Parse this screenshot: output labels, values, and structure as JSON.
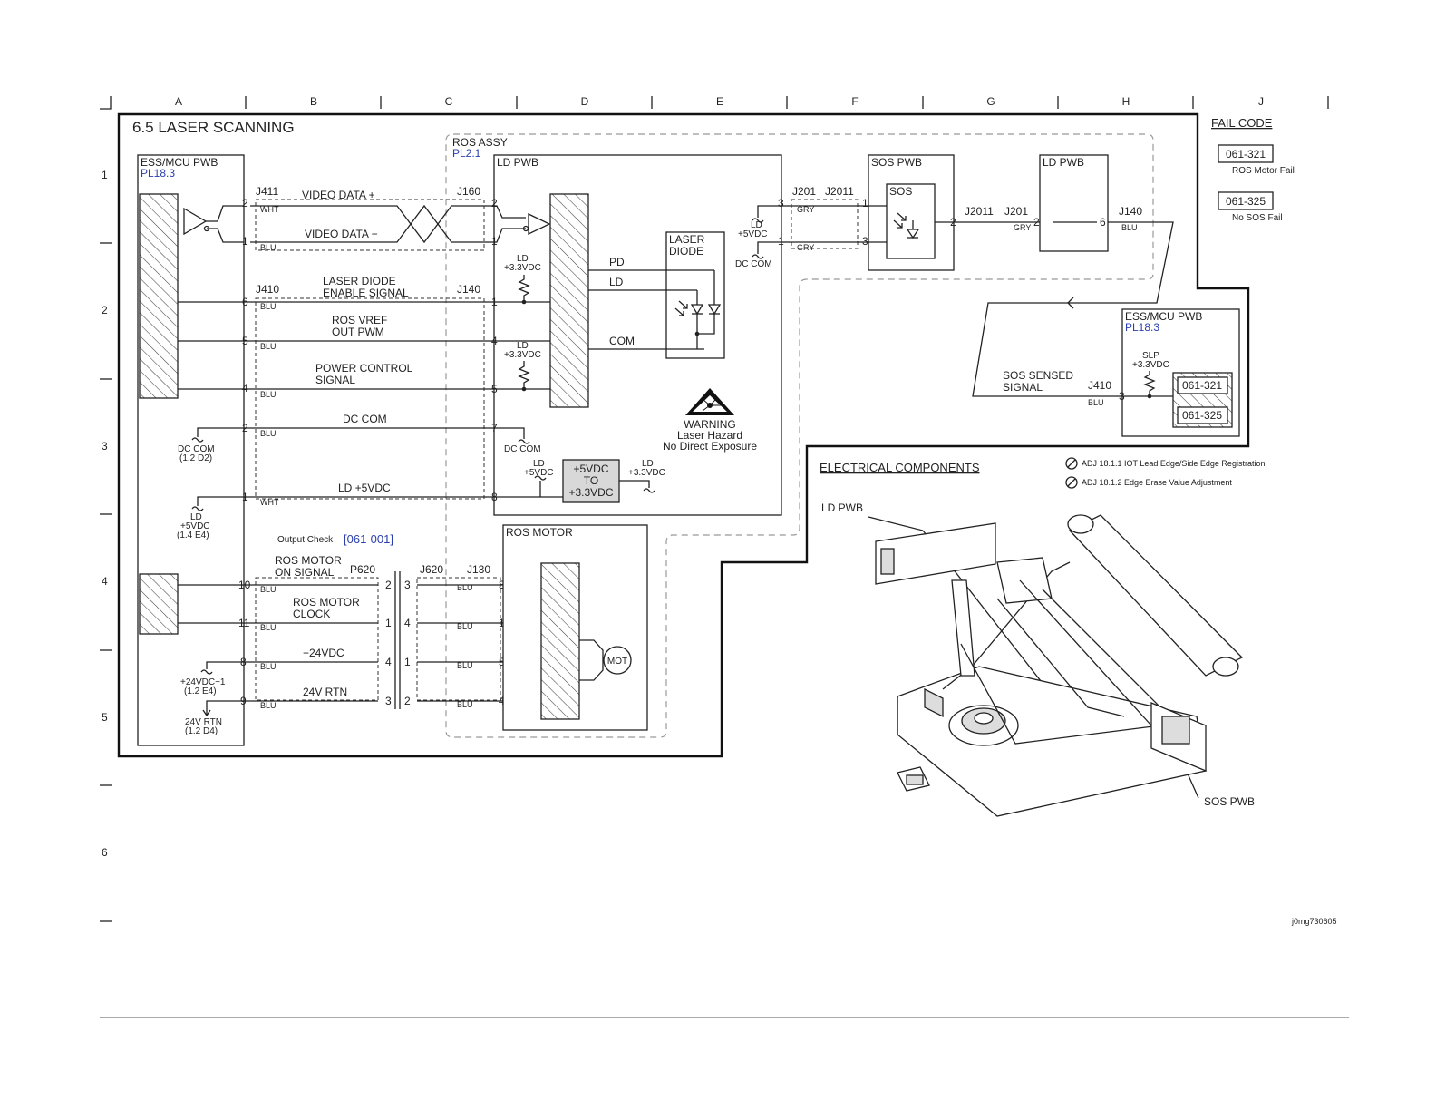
{
  "grid": {
    "columns": [
      "A",
      "B",
      "C",
      "D",
      "E",
      "F",
      "G",
      "H",
      "J"
    ],
    "rows": [
      "1",
      "2",
      "3",
      "4",
      "5",
      "6"
    ]
  },
  "title": "6.5 LASER SCANNING",
  "fail_code": {
    "heading": "FAIL CODE",
    "codes": [
      {
        "code": "061-321",
        "desc": "ROS Motor Fail"
      },
      {
        "code": "061-325",
        "desc": "No SOS Fail"
      }
    ]
  },
  "ess": {
    "name": "ESS/MCU PWB",
    "ref": "PL18.3"
  },
  "ros_assy": {
    "name": "ROS ASSY",
    "ref": "PL2.1"
  },
  "ld_pwb": {
    "name": "LD PWB"
  },
  "sos_pwb": {
    "name": "SOS PWB",
    "sensor": "SOS"
  },
  "ld_pwb_right": {
    "name": "LD PWB"
  },
  "ess_right": {
    "name": "ESS/MCU PWB",
    "ref": "PL18.3"
  },
  "ros_motor": {
    "name": "ROS MOTOR",
    "mot": "MOT"
  },
  "laser_diode": {
    "line1": "LASER",
    "line2": "DIODE"
  },
  "signals": {
    "video_p": "VIDEO DATA +",
    "video_m": "VIDEO DATA −",
    "ld_en1": "LASER DIODE",
    "ld_en2": "ENABLE SIGNAL",
    "vref1": "ROS VREF",
    "vref2": "OUT PWM",
    "pwr1": "POWER CONTROL",
    "pwr2": "SIGNAL",
    "dccom": "DC COM",
    "ld5v": "LD +5VDC",
    "mot_on1": "ROS MOTOR",
    "mot_on2": "ON SIGNAL",
    "mot_clk1": "ROS MOTOR",
    "mot_clk2": "CLOCK",
    "v24": "+24VDC",
    "rtn24": "24V RTN",
    "pd": "PD",
    "ld": "LD",
    "com": "COM",
    "sos_sensed1": "SOS SENSED",
    "sos_sensed2": "SIGNAL"
  },
  "connectors": {
    "j411": "J411",
    "j410": "J410",
    "j160": "J160",
    "j140": "J140",
    "j201": "J201",
    "j2011": "J2011",
    "p620": "P620",
    "j620": "J620",
    "j130": "J130",
    "j410r": "J410",
    "slp": "SLP"
  },
  "wires": {
    "wht": "WHT",
    "blu": "BLU",
    "gry": "GRY"
  },
  "pins": {
    "p1": "1",
    "p2": "2",
    "p3": "3",
    "p4": "4",
    "p5": "5",
    "p6": "6",
    "p7": "7",
    "p8": "8",
    "p9": "9",
    "p10": "10",
    "p11": "11"
  },
  "refs": {
    "dccom": "DC COM",
    "dccom_ref": "(1.2 D2)",
    "ld": "LD",
    "p5v": "+5VDC",
    "ld5v_ref": "(1.4 E4)",
    "v24_1": "+24VDC−1",
    "v24_ref": "(1.2 E4)",
    "rtn": "24V RTN",
    "rtn_ref": "(1.2 D4)",
    "p33v": "+3.3VDC"
  },
  "converter": {
    "l1": "+5VDC",
    "l2": "TO",
    "l3": "+3.3VDC"
  },
  "output_check": {
    "label": "Output Check",
    "code": "[061-001]"
  },
  "warning": {
    "l1": "WARNING",
    "l2": "Laser Hazard",
    "l3": "No Direct Exposure"
  },
  "electrical": {
    "heading": "ELECTRICAL COMPONENTS",
    "adj1": "ADJ 18.1.1 IOT Lead Edge/Side Edge Registration",
    "adj2": "ADJ 18.1.2 Edge Erase Value Adjustment",
    "ld_pwb": "LD PWB",
    "sos_pwb": "SOS PWB"
  },
  "image_id": "j0mg730605"
}
